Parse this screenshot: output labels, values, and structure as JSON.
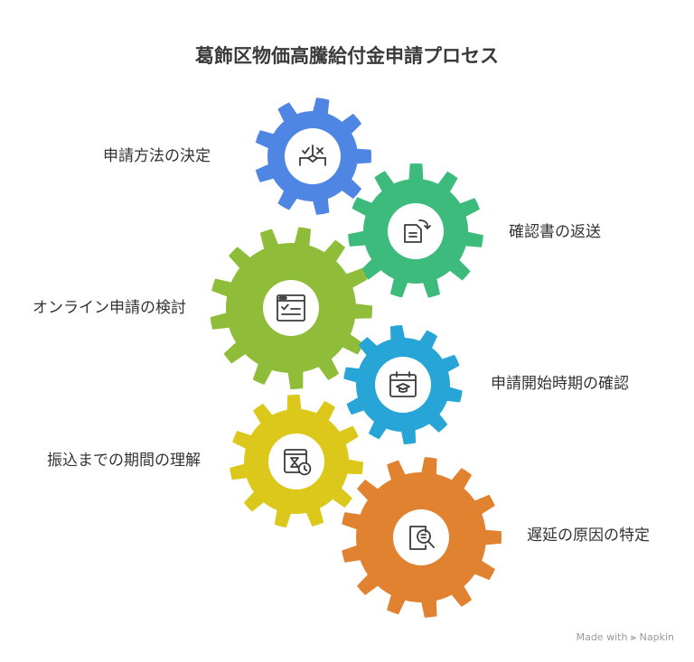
{
  "title": "葛飾区物価高騰給付金申請プロセス",
  "steps": [
    {
      "label": "申請方法の決定",
      "color": "#4f86e3",
      "icon": "decision-icon"
    },
    {
      "label": "確認書の返送",
      "color": "#3dbb7c",
      "icon": "document-return-icon"
    },
    {
      "label": "オンライン申請の検討",
      "color": "#8fbd39",
      "icon": "online-form-icon"
    },
    {
      "label": "申請開始時期の確認",
      "color": "#27a5d7",
      "icon": "calendar-graduation-icon"
    },
    {
      "label": "振込までの期間の理解",
      "color": "#dcc81b",
      "icon": "hourglass-clock-icon"
    },
    {
      "label": "遅延の原因の特定",
      "color": "#e0822f",
      "icon": "document-search-icon"
    }
  ],
  "footer": {
    "made_with": "Made with",
    "brand": "Napkin"
  }
}
